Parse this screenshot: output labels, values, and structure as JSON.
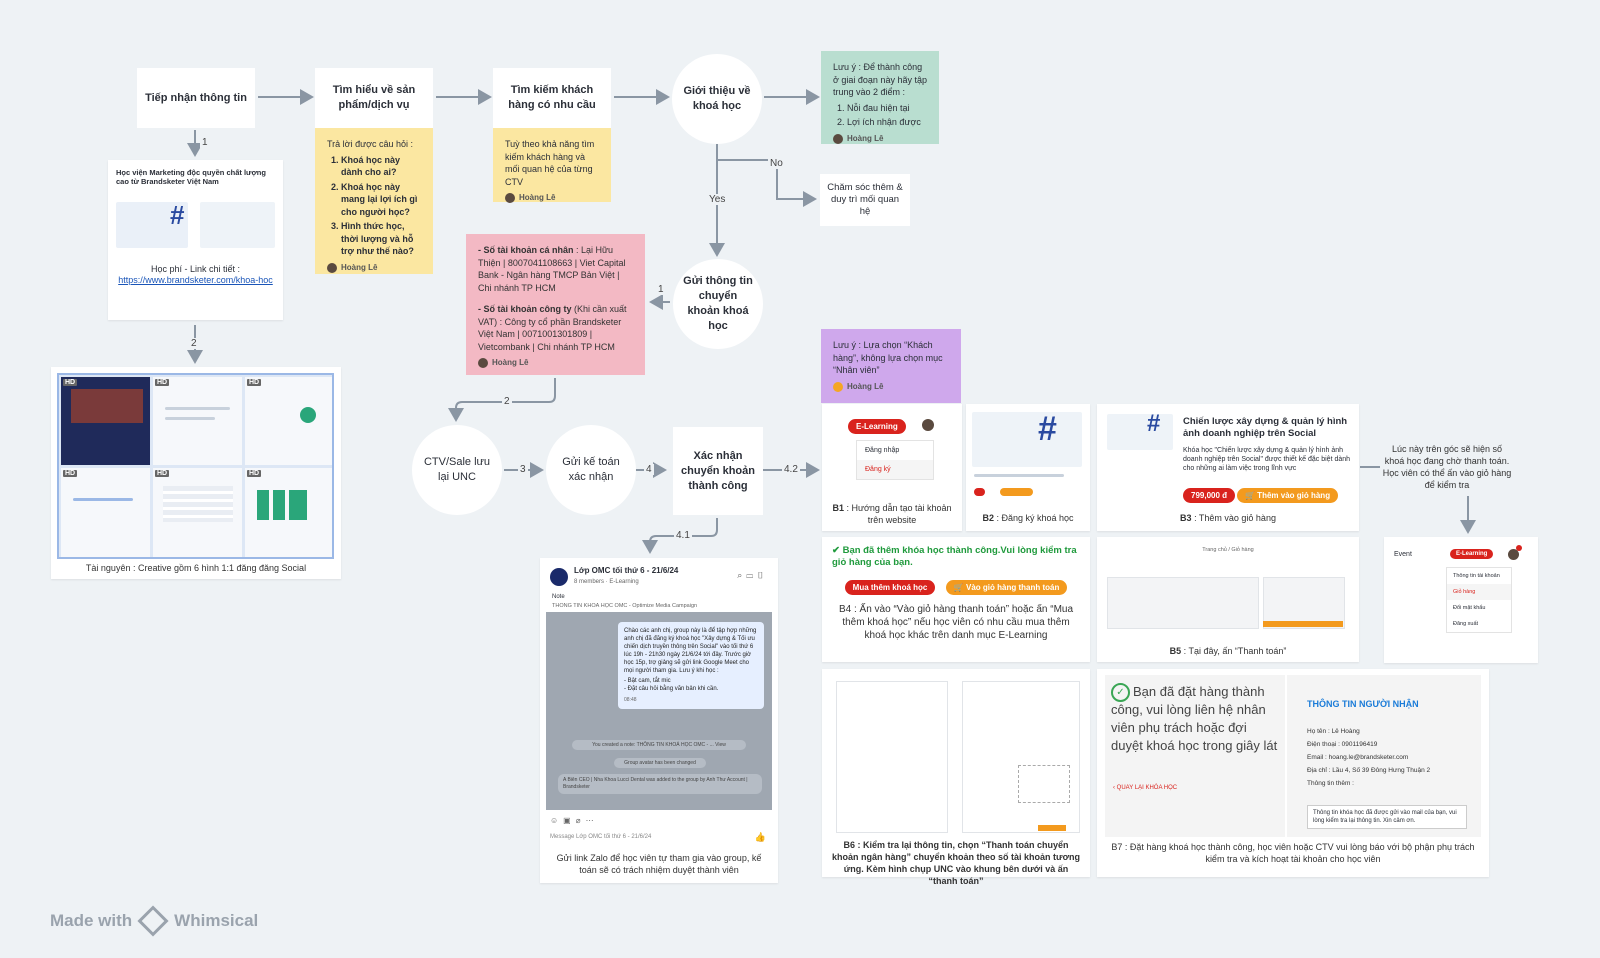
{
  "colors": {
    "background": "#eef2f5",
    "yellow_note": "#fbe7a1",
    "green_note": "#b9ded0",
    "pink_note": "#f3b9c4",
    "purple_note": "#cfa8ec",
    "arrow": "#8a96a3"
  },
  "nodes": {
    "tiep_nhan": "Tiếp nhận thông tin",
    "tim_hieu": "Tìm hiểu về sản phẩm/dịch vụ",
    "tim_kiem": "Tìm kiếm khách hàng có nhu cầu",
    "gioi_thieu": "Giới thiệu về khoá học",
    "cham_soc": "Chăm sóc thêm & duy trì mối quan hệ",
    "gui_thong_tin": "Gửi thông tin chuyển khoản khoá học",
    "ctv_luu": "CTV/Sale lưu lại UNC",
    "gui_ke_toan": "Gửi kế toán xác nhận",
    "xac_nhan": "Xác nhận chuyển khoản thành công"
  },
  "edge_labels": {
    "e1": "1",
    "e2": "2",
    "no": "No",
    "yes": "Yes",
    "e1b": "1",
    "e2b": "2",
    "e3": "3",
    "e4": "4",
    "e42": "4.2",
    "e41": "4.1"
  },
  "notes": {
    "yellow1": {
      "intro": "Trả lời được câu hỏi :",
      "items": [
        "Khoá học này dành cho ai?",
        "Khoá học này mang lại lợi ích gì cho người học?",
        "Hình thức học, thời lượng và hỗ trợ như thế nào?"
      ],
      "author": "Hoàng Lê"
    },
    "yellow2": {
      "text": "Tuỳ theo khả năng tìm kiếm khách hàng và mối quan hệ của từng CTV",
      "author": "Hoàng Lê"
    },
    "green": {
      "intro": "Lưu ý : Để thành công ở giai đoạn này hãy tập trung vào 2 điểm :",
      "items": [
        "Nỗi đau hiện tại",
        "Lợi ích nhận được"
      ],
      "author": "Hoàng Lê"
    },
    "pink": {
      "p1_bold": "- Số tài khoản cá nhân",
      "p1": " : Lại Hữu Thiện | 8007041108663 | Viet Capital Bank - Ngân hàng TMCP Bản Việt | Chi nhánh TP HCM",
      "p2_bold": "- Số tài khoản công ty",
      "p2": " (Khi cần xuất VAT) : Công ty cổ phần Brandsketer Việt Nam | 0071001301809 | Vietcombank | Chi nhánh TP HCM",
      "author": "Hoàng Lê"
    },
    "purple": {
      "text": "Lưu ý : Lựa chọn “Khách hàng”, không lựa chọn mục “Nhân viên”",
      "author": "Hoàng Lê"
    },
    "right": "Lúc này trên góc sẽ hiện số khoá học đang chờ thanh toán. Học viên có thể ấn vào giỏ hàng để kiểm tra"
  },
  "doc_card": {
    "title": "Học viện Marketing độc quyền chất lượng cao từ Brandsketer Việt Nam",
    "fee": "Học phí - Link chi tiết :",
    "link": "https://www.brandsketer.com/khoa-hoc"
  },
  "resources": {
    "badge": "HD",
    "caption": "Tài nguyên : Creative gồm 6 hình 1:1 đăng đăng Social"
  },
  "b1": {
    "menu_button": "E-Learning",
    "items": [
      "Đăng nhập",
      "Đăng ký"
    ],
    "caption_bold": "B1",
    "caption": " : Hướng dẫn tạo tài khoản trên website"
  },
  "b2": {
    "caption_bold": "B2",
    "caption": " : Đăng ký khoá học"
  },
  "b3": {
    "title": "Chiến lược xây dựng & quản lý hình ảnh doanh nghiệp trên Social",
    "desc": "Khóa học \"Chiến lược xây dựng & quản lý hình ảnh doanh nghiệp trên Social\" được thiết kế đặc biệt dành cho những ai làm việc trong lĩnh vực",
    "price": "799,000 đ",
    "cart_button": "🛒 Thêm vào giỏ hàng",
    "caption_bold": "B3",
    "caption": " : Thêm vào giỏ hàng"
  },
  "b4": {
    "success": "✔ Bạn đã thêm khóa học thành công.Vui lòng kiểm tra giỏ hàng của bạn.",
    "btn_more": "Mua thêm khoá học",
    "btn_cart": "🛒 Vào giỏ hàng thanh toán",
    "caption": "B4 : Ấn vào “Vào giỏ hàng thanh toán” hoặc ấn “Mua thêm khoá học” nếu học viên có nhu cầu mua thêm khoá học khác trên danh mục E-Learning"
  },
  "b5": {
    "breadcrumb": "Trang chủ / Giỏ hàng",
    "caption_bold": "B5",
    "caption": " : Tại đây, ấn “Thanh toán”"
  },
  "b6": {
    "caption": "B6 : Kiểm tra lại thông tin, chọn “Thanh toán chuyển khoản ngân hàng” chuyển khoản theo số tài khoản tương ứng. Kèm hình chụp UNC vào khung bên dưới và ấn “thanh toán”"
  },
  "b7": {
    "success": "Bạn đã đặt hàng thành công, vui lòng liên hệ nhân viên phụ trách hoặc đợi duyệt khoá học trong giây lát",
    "back": "‹ QUAY LẠI KHÓA HỌC",
    "receiver_title": "THÔNG TIN NGƯỜI NHẬN",
    "fields": [
      "Họ tên : Lê Hoàng",
      "Điện thoại : 0901196419",
      "Email : hoang.le@brandsketer.com",
      "Địa chỉ : Lầu 4, Số 39 Đông Hưng Thuận 2",
      "Thông tin thêm :"
    ],
    "textarea": "Thông tin khóa học đã được gửi vào mail của bạn, vui lòng kiểm tra lại thông tin. Xin cảm ơn.",
    "caption": "B7 : Đặt hàng khoá học thành công, học viên hoặc CTV vui lòng báo với bộ phận phụ trách kiểm tra và kích hoạt tài khoản cho học viên"
  },
  "cart_card": {
    "user": "Event",
    "button": "E-Learning",
    "items": [
      "Thông tin tài khoản",
      "Giỏ hàng",
      "Đổi mật khẩu",
      "Đăng xuất"
    ]
  },
  "zalo": {
    "group": "Lớp OMC tối thứ 6 - 21/6/24",
    "members": "8 members",
    "tag": "E-Learning",
    "note_label": "Note",
    "note_line": "THÔNG TIN KHOÁ HỌC OMC - Optimize Media Campaign",
    "message": "Chào các anh chị, group này là để tập hợp những anh chị đã đăng ký khoá học \"Xây dựng & Tối ưu chiến dịch truyền thông trên Social\" vào tối thứ 6 lúc 19h - 21h30 ngày 21/6/24 tới đây. Trước giờ học 15p, trợ giảng sẽ gửi link Google Meet cho mọi người tham gia. Lưu ý khi học :",
    "bullets": [
      "- Bật cam, tắt mic",
      "- Đặt câu hỏi bằng văn bản khi cần."
    ],
    "time": "08:48",
    "system1": "You created a note: THÔNG TIN KHOÁ HỌC OMC - ...  View",
    "system2": "Group avatar has been changed",
    "system3": "A Biên CEO | Nha Khoa Lucci Dental was added to the group by Anh Thư Account | Brandsketer",
    "input_placeholder": "Message Lớp OMC tối thứ 6 - 21/6/24",
    "caption": "Gửi link Zalo để học viên tự tham gia vào group, kế toán sẽ có trách nhiệm duyệt thành viên"
  },
  "footer": {
    "made_with": "Made with",
    "brand": "Whimsical"
  }
}
